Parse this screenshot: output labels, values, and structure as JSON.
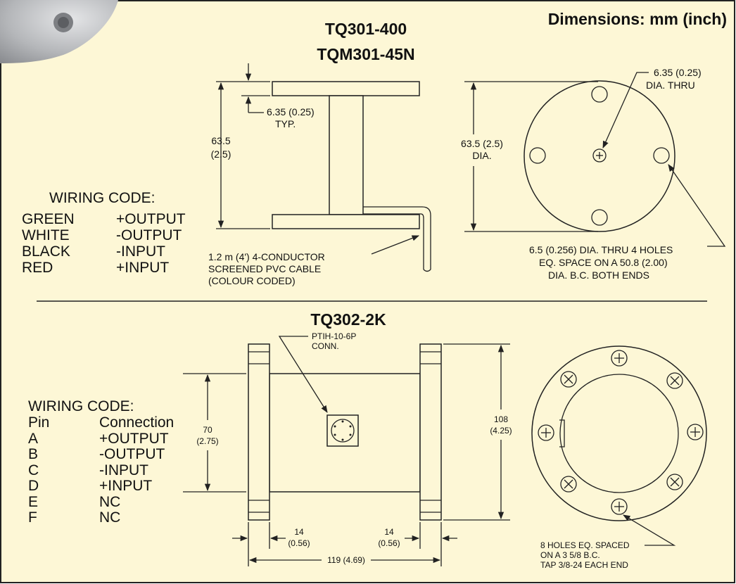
{
  "header": {
    "dimensions_note": "Dimensions: mm (inch)"
  },
  "top_section": {
    "model_1": "TQ301-400",
    "model_2": "TQM301-45N",
    "flange_thickness": "6.35 (0.25)",
    "flange_thickness_note": "TYP.",
    "height_mm": "63.5",
    "height_in": "(2.5)",
    "cable_1": "1.2 m (4') 4-CONDUCTOR",
    "cable_2": "SCREENED PVC CABLE",
    "cable_3": "(COLOUR CODED)",
    "dia": "63.5 (2.5)",
    "dia_note": "DIA.",
    "center_hole": "6.35 (0.25)",
    "center_hole_note": "DIA. THRU",
    "holes_1": "6.5 (0.256) DIA. THRU 4 HOLES",
    "holes_2": "EQ. SPACE ON A 50.8 (2.00)",
    "holes_3": "DIA. B.C. BOTH ENDS",
    "wiring": {
      "title": "WIRING CODE:",
      "rows": [
        {
          "color": "GREEN",
          "signal": "+OUTPUT"
        },
        {
          "color": "WHITE",
          "signal": "-OUTPUT"
        },
        {
          "color": "BLACK",
          "signal": "-INPUT"
        },
        {
          "color": "RED",
          "signal": "+INPUT"
        }
      ]
    }
  },
  "bottom_section": {
    "model": "TQ302-2K",
    "connector_1": "PTIH-10-6P",
    "connector_2": "CONN.",
    "body_mm": "70",
    "body_in": "(2.75)",
    "flange_mm": "108",
    "flange_in": "(4.25)",
    "left_flange_mm": "14",
    "left_flange_in": "(0.56)",
    "right_flange_mm": "14",
    "right_flange_in": "(0.56)",
    "length": "119 (4.69)",
    "holes_1": "8 HOLES EQ. SPACED",
    "holes_2": "ON A 3 5/8 B.C.",
    "holes_3": "TAP 3/8-24 EACH END",
    "wiring": {
      "title": "WIRING CODE:",
      "header_pin": "Pin",
      "header_connection": "Connection",
      "rows": [
        {
          "pin": "A",
          "connection": "+OUTPUT"
        },
        {
          "pin": "B",
          "connection": "-OUTPUT"
        },
        {
          "pin": "C",
          "connection": "-INPUT"
        },
        {
          "pin": "D",
          "connection": "+INPUT"
        },
        {
          "pin": "E",
          "connection": "NC"
        },
        {
          "pin": "F",
          "connection": "NC"
        }
      ]
    }
  },
  "colors": {
    "background": "#fdf7d6",
    "border": "#222222",
    "photo_corner": "#b7b9bc"
  }
}
